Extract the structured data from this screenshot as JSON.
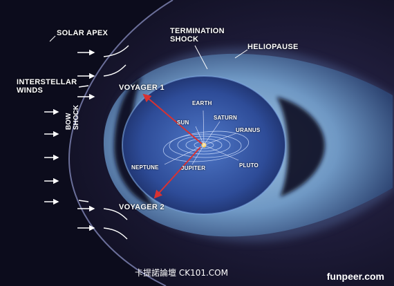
{
  "labels": {
    "solar_apex": "SOLAR APEX",
    "termination_shock": [
      "TERMINATION",
      "SHOCK"
    ],
    "heliopause": "HELIOPAUSE",
    "interstellar_winds": [
      "INTERSTELLAR",
      "WINDS"
    ],
    "voyager1": "VOYAGER 1",
    "voyager2": "VOYAGER 2",
    "bow_shock": [
      "BOW",
      "SHOCK"
    ],
    "planets": {
      "earth": "EARTH",
      "saturn": "SATURN",
      "sun": "SUN",
      "uranus": "URANUS",
      "neptune": "NEPTUNE",
      "jupiter": "JUPITER",
      "pluto": "PLUTO"
    }
  },
  "watermark": "卡提諾論壇 CK101.COM",
  "site": "funpeer.com",
  "colors": {
    "space": "#0b0b1e",
    "outer_region": "#2a2648",
    "heliosheath": "#8fb6d6",
    "inner_heliosphere": "#3558a8",
    "voyager_track": "#d83232"
  }
}
